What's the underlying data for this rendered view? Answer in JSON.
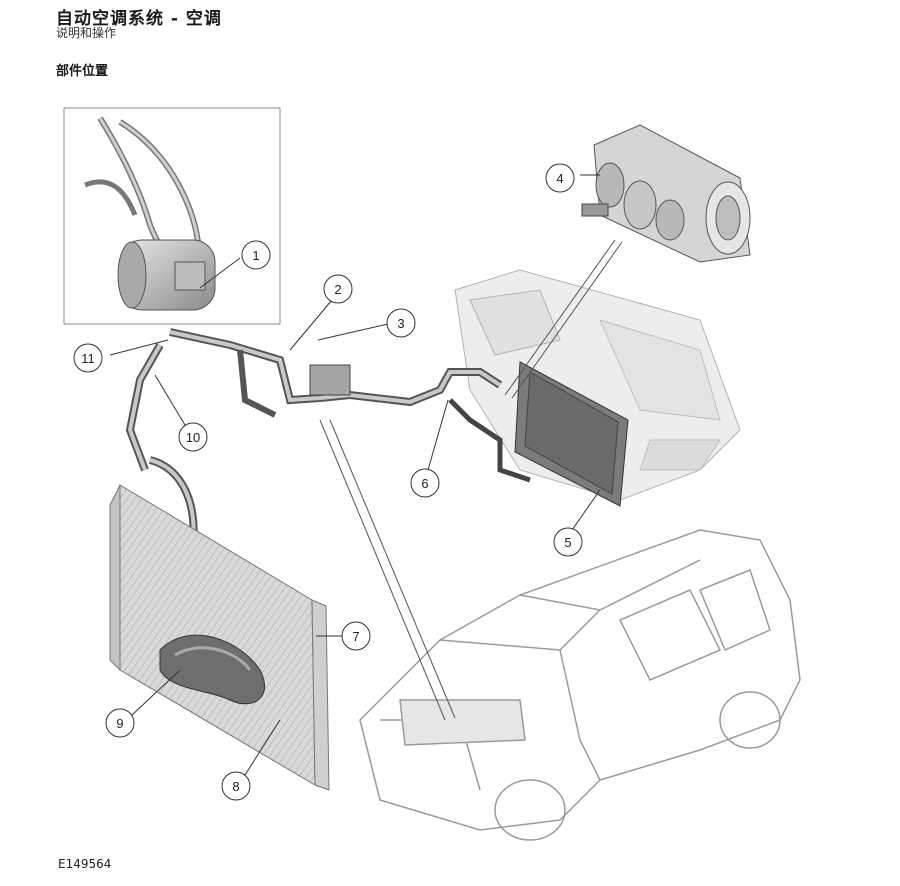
{
  "header": {
    "title": "自动空调系统 - 空调",
    "subtitle": "说明和操作"
  },
  "section_title": "部件位置",
  "figure_id": "E149564",
  "callouts": [
    {
      "label": "1"
    },
    {
      "label": "2"
    },
    {
      "label": "3"
    },
    {
      "label": "4"
    },
    {
      "label": "5"
    },
    {
      "label": "6"
    },
    {
      "label": "7"
    },
    {
      "label": "8"
    },
    {
      "label": "9"
    },
    {
      "label": "10"
    },
    {
      "label": "11"
    }
  ]
}
